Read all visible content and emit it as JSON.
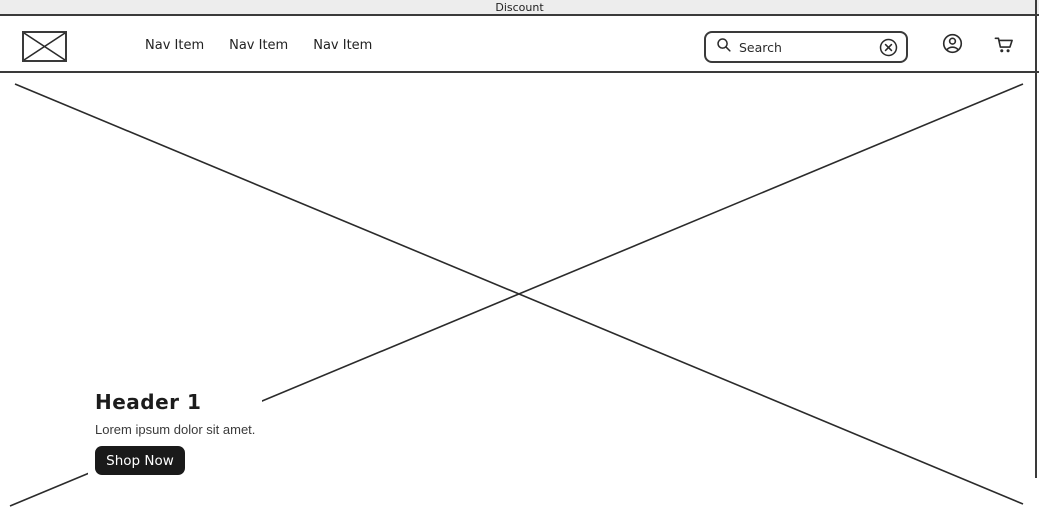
{
  "announcement": {
    "label": "Discount"
  },
  "navbar": {
    "logo_icon": "image-placeholder-icon",
    "items": [
      {
        "label": "Nav Item"
      },
      {
        "label": "Nav Item"
      },
      {
        "label": "Nav Item"
      }
    ],
    "search": {
      "placeholder": "Search",
      "icon": "search-icon",
      "clear_icon": "clear-circle-icon"
    },
    "account_icon": "account-icon",
    "cart_icon": "cart-icon"
  },
  "hero": {
    "image_icon": "image-placeholder-x-icon",
    "heading": "Header 1",
    "body": "Lorem ipsum dolor sit amet.",
    "cta_label": "Shop Now"
  },
  "colors": {
    "stroke": "#2b2b2b",
    "border": "#3a3a3a",
    "announcement_bg": "#ededed",
    "button_bg": "#1a1a1a",
    "button_text": "#ffffff"
  }
}
